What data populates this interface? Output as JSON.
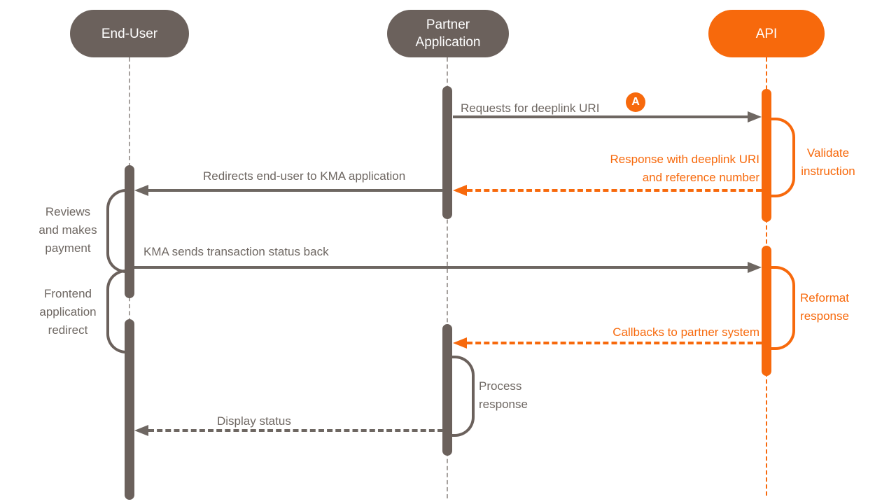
{
  "diagram": {
    "type": "sequence-diagram"
  },
  "actors": {
    "end_user": {
      "label": "End-User",
      "color": "#6B615C"
    },
    "partner_application": {
      "label": "Partner\nApplication",
      "color": "#6B615C"
    },
    "api": {
      "label": "API",
      "color": "#F7690C"
    }
  },
  "messages": {
    "request": {
      "label": "Requests for deeplink URI",
      "badge": "A",
      "from": "partner_application",
      "to": "api",
      "line": "solid"
    },
    "response": {
      "label": "Response with deeplink URI\nand reference number",
      "from": "api",
      "to": "partner_application",
      "line": "dashed"
    },
    "redirect": {
      "label": "Redirects end-user to KMA application",
      "from": "partner_application",
      "to": "end_user",
      "line": "solid"
    },
    "kma_status": {
      "label": "KMA sends transaction status back",
      "from": "end_user",
      "to": "api",
      "line": "solid"
    },
    "callbacks": {
      "label": "Callbacks to partner system",
      "from": "api",
      "to": "partner_application",
      "line": "dashed"
    },
    "display_status": {
      "label": "Display status",
      "from": "partner_application",
      "to": "end_user",
      "line": "dashed"
    }
  },
  "self_actions": {
    "validate": {
      "label": "Validate\ninstruction",
      "actor": "api"
    },
    "reviews": {
      "label": "Reviews\nand makes\npayment",
      "actor": "end_user"
    },
    "frontend": {
      "label": "Frontend\napplication\nredirect",
      "actor": "end_user"
    },
    "reformat": {
      "label": "Reformat\nresponse",
      "actor": "api"
    },
    "process": {
      "label": "Process\nresponse",
      "actor": "partner_application"
    }
  },
  "colors": {
    "accent_orange": "#F7690C",
    "taupe_gray": "#6B615C",
    "text_gray": "#6E6762",
    "lifeline_gray": "#A6A19E"
  }
}
